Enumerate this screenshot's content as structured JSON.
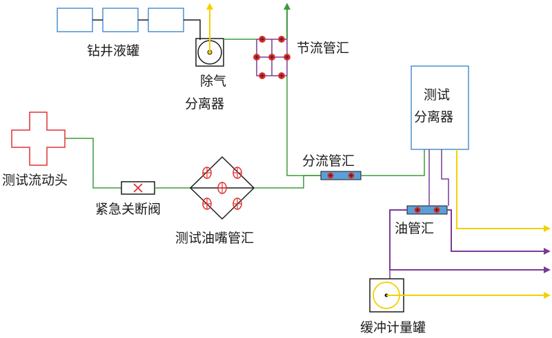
{
  "labels": {
    "drilling_tanks": "钻井液罐",
    "degasser_line1": "除气",
    "degasser_line2": "分离器",
    "choke_manifold": "节流管汇",
    "test_separator_line1": "测试",
    "test_separator_line2": "分离器",
    "flowhead": "测试流动头",
    "diverter_manifold": "分流管汇",
    "esd_valve": "紧急关断阀",
    "choke_manifold_test": "测试油嘴管汇",
    "oil_manifold": "油管汇",
    "surge_tank": "缓冲计量罐"
  },
  "colors": {
    "equipment_blue": "#4a8fd0",
    "process_green": "#3c9a3c",
    "gas_yellow": "#f4d000",
    "oil_purple": "#7a3a96",
    "valve_red": "#e03030",
    "manifold_fill": "#5aa0d8"
  }
}
